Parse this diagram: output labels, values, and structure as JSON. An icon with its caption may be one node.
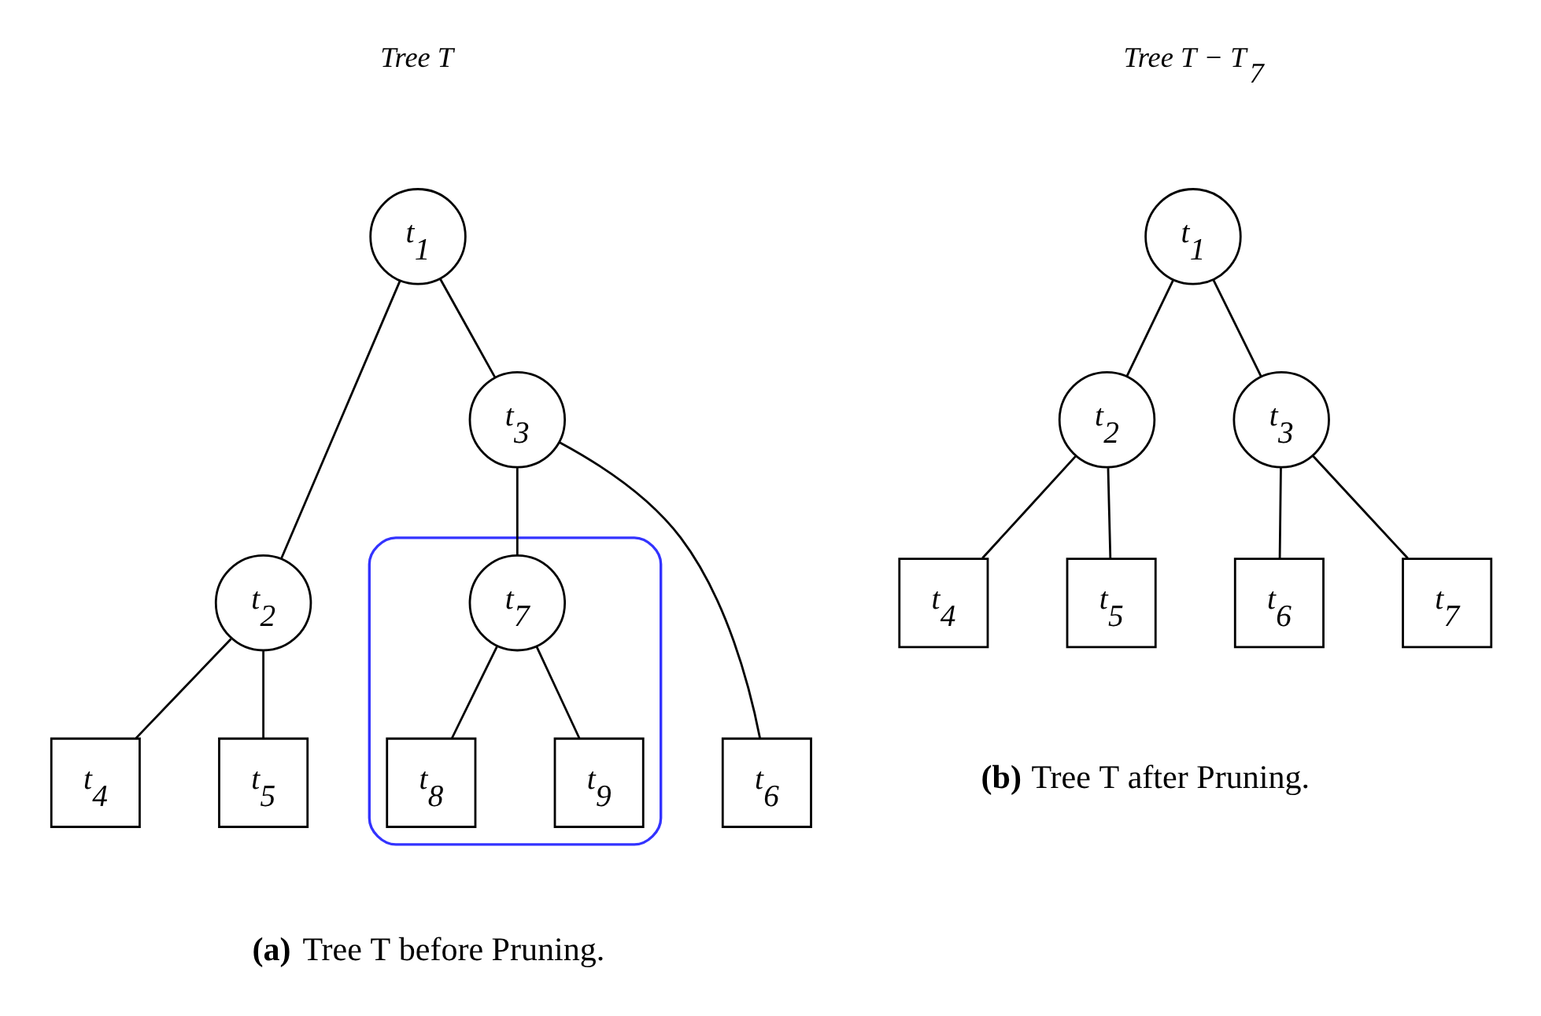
{
  "diagram": {
    "nodes": [
      {
        "text": [
          "t$_{1}$"
        ]
      },
      {
        "text": [
          "t$_{2}$"
        ]
      },
      {
        "text": [
          "t$_{3}$"
        ]
      },
      {
        "text": [
          "t$_{4}$"
        ]
      },
      {
        "text": [
          "t$_{5}$"
        ]
      },
      {
        "text": [
          "t$_{6}$"
        ]
      },
      {
        "text": [],
        "shape": "ellipse"
      },
      {
        "text": [
          "t$_{7}$"
        ],
        "in": 6
      },
      {
        "text": [
          "t$_{8}$"
        ],
        "in": 6
      },
      {
        "text": [
          "t$_{9}$"
        ],
        "in": 6
      },
      {
        "text": [
          "t$_{1}$"
        ]
      },
      {
        "text": [
          "t$_{2}$"
        ]
      },
      {
        "text": [
          "t$_{3}$"
        ]
      },
      {
        "text": [
          "t$_{4}$"
        ]
      },
      {
        "text": [
          "t$_{5}$"
        ]
      },
      {
        "text": [
          "t$_{6}$"
        ]
      },
      {
        "text": [
          "t$_{7}$"
        ]
      }
    ],
    "edges": [
      {
        "from": 0,
        "to": 1,
        "arrow": "none"
      },
      {
        "from": 0,
        "to": 2,
        "arrow": "none"
      },
      {
        "from": 1,
        "to": 3,
        "arrow": "none"
      },
      {
        "from": 1,
        "to": 4,
        "arrow": "none"
      },
      {
        "from": 2,
        "to": 5,
        "arrow": "none"
      },
      {
        "from": 2,
        "to": 7,
        "arrow": "none"
      },
      {
        "from": 7,
        "to": 8,
        "arrow": "none"
      },
      {
        "from": 7,
        "to": 9,
        "arrow": "none"
      },
      {
        "from": 10,
        "to": 11,
        "arrow": "none"
      },
      {
        "from": 10,
        "to": 12,
        "arrow": "none"
      },
      {
        "from": 11,
        "to": 13,
        "arrow": "none"
      },
      {
        "from": 11,
        "to": 14,
        "arrow": "none"
      },
      {
        "from": 12,
        "to": 15,
        "arrow": "none"
      },
      {
        "from": 12,
        "to": 16,
        "arrow": "none"
      }
    ],
    "labels": [
      "Tree T",
      "Tree T − T$_{7}$",
      "**(a)** Tree T before Pruning.",
      "**(b)** Tree T after Pruning."
    ]
  }
}
